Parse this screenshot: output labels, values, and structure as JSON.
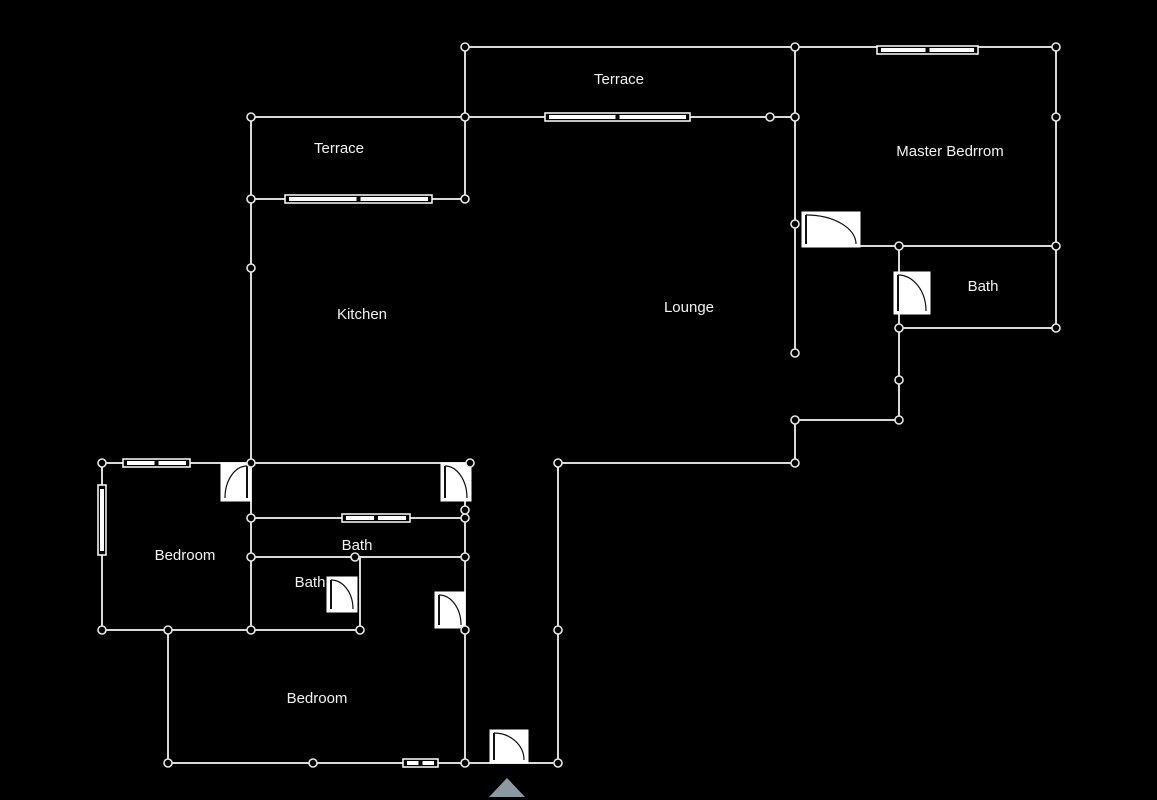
{
  "plan": {
    "rooms": [
      {
        "id": "terrace-top",
        "label": "Terrace"
      },
      {
        "id": "terrace-left",
        "label": "Terrace"
      },
      {
        "id": "master-bedroom",
        "label": "Master Bedrrom"
      },
      {
        "id": "bath-master",
        "label": "Bath"
      },
      {
        "id": "kitchen",
        "label": "Kitchen"
      },
      {
        "id": "lounge",
        "label": "Lounge"
      },
      {
        "id": "bedroom-left",
        "label": "Bedroom"
      },
      {
        "id": "bath-middle",
        "label": "Bath"
      },
      {
        "id": "bath-lower",
        "label": "Bath"
      },
      {
        "id": "bedroom-bottom",
        "label": "Bedroom"
      }
    ],
    "colors": {
      "background": "#000000",
      "walls": "#d9d9d9",
      "doors": "#ffffff",
      "entry_marker": "#8a9aa0"
    }
  }
}
